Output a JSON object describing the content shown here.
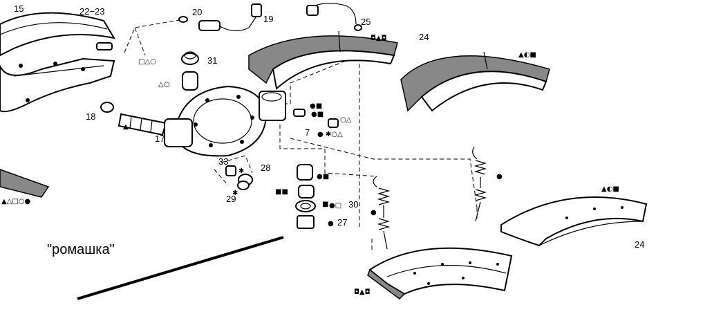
{
  "caption": "\"ромашка\"",
  "part_labels": {
    "p15": "15",
    "p22_23": "22−23",
    "p20": "20",
    "p19": "19",
    "p25": "25",
    "p24a": "24",
    "p24b": "24",
    "p31": "31",
    "p18": "18",
    "p17": "17",
    "p7": "7",
    "p33": "33",
    "p28": "28",
    "p29": "29",
    "p30": "30",
    "p27": "27"
  },
  "symbols": {
    "s31": "□△○",
    "s_cam": "△○",
    "s18": "▲",
    "s_left": "▲△□○●",
    "s7a": "●■",
    "s7b": "●■",
    "s7c": "○△",
    "s7d": "● ✱○△",
    "s28": "✱",
    "s29": "✱",
    "s_bush1": "●■",
    "s_bush2": "■■",
    "s_bush3": "■",
    "s30": "●□",
    "s27": "●",
    "s_spring1": "●",
    "s_spring2": "●",
    "s_box1": "◘▲◘",
    "s_lin2": "▲◐■",
    "s_lin3": "▲◐■",
    "s_box2": "◘▲◘"
  }
}
